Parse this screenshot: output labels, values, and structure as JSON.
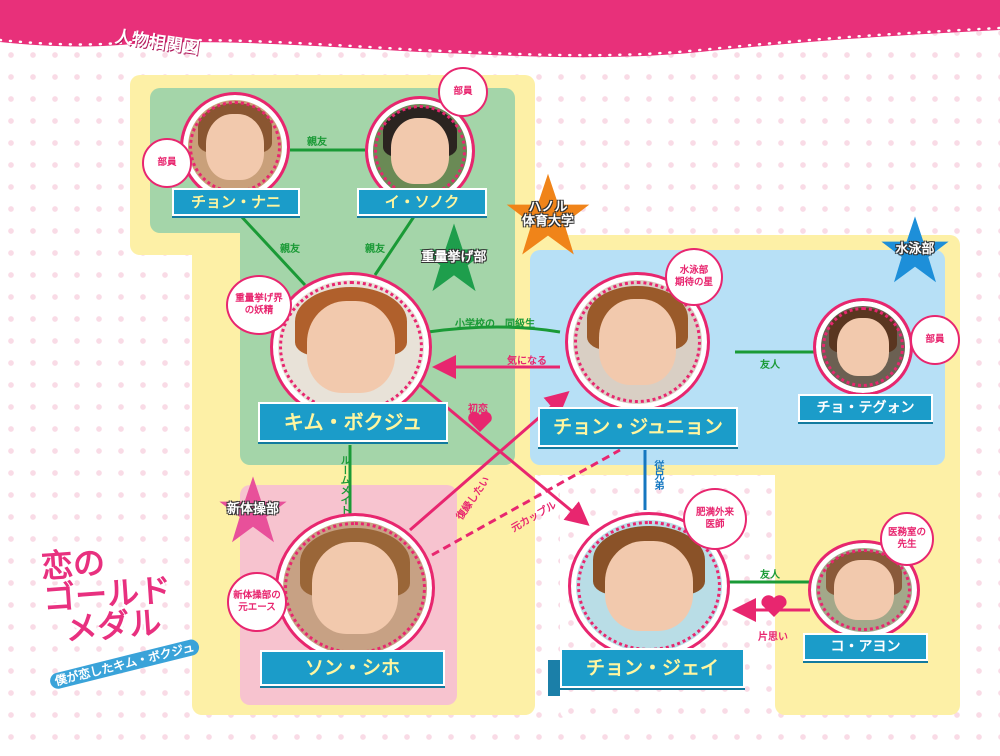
{
  "header": {
    "title": "人物相関図",
    "color": "#e8307a"
  },
  "logo": {
    "line1": "恋の",
    "line2": "ゴールド",
    "line3": "メダル",
    "subtitle": "僕が恋したキム・ボクジュ"
  },
  "groups": {
    "weightlifting": "重量挙げ部",
    "university": "ハノル\n体育大学",
    "swimming": "水泳部",
    "gymnastics": "新体操部"
  },
  "characters": {
    "nani": {
      "name": "チョン・ナニ",
      "bubble": "部員"
    },
    "sonok": {
      "name": "イ・ソノク",
      "bubble": "部員"
    },
    "bokju": {
      "name": "キム・ボクジュ",
      "bubble": "重量挙げ界\nの妖精"
    },
    "junhyung": {
      "name": "チョン・ジュニョン",
      "bubble": "水泳部\n期待の星"
    },
    "tegwon": {
      "name": "チョ・テグォン",
      "bubble": "部員"
    },
    "siho": {
      "name": "ソン・シホ",
      "bubble": "新体操部の\n元エース"
    },
    "jei": {
      "name": "チョン・ジェイ",
      "bubble": "肥満外来\n医師"
    },
    "ayeon": {
      "name": "コ・アヨン",
      "bubble": "医務室の\n先生"
    }
  },
  "relations": {
    "nani_sonok": "親友",
    "nani_bokju": "親友",
    "sonok_bokju": "親友",
    "bokju_junhyung": "小学校の　同級生",
    "junhyung_bokju": "気になる",
    "bokju_jei": "初恋",
    "bokju_siho": "ルームメイト",
    "siho_junhyung": "復縁したい",
    "siho_junhyung_past": "元カップル",
    "junhyung_jei": "従兄弟",
    "junhyung_tegwon": "友人",
    "jei_ayeon": "友人",
    "ayeon_jei": "片思い"
  }
}
